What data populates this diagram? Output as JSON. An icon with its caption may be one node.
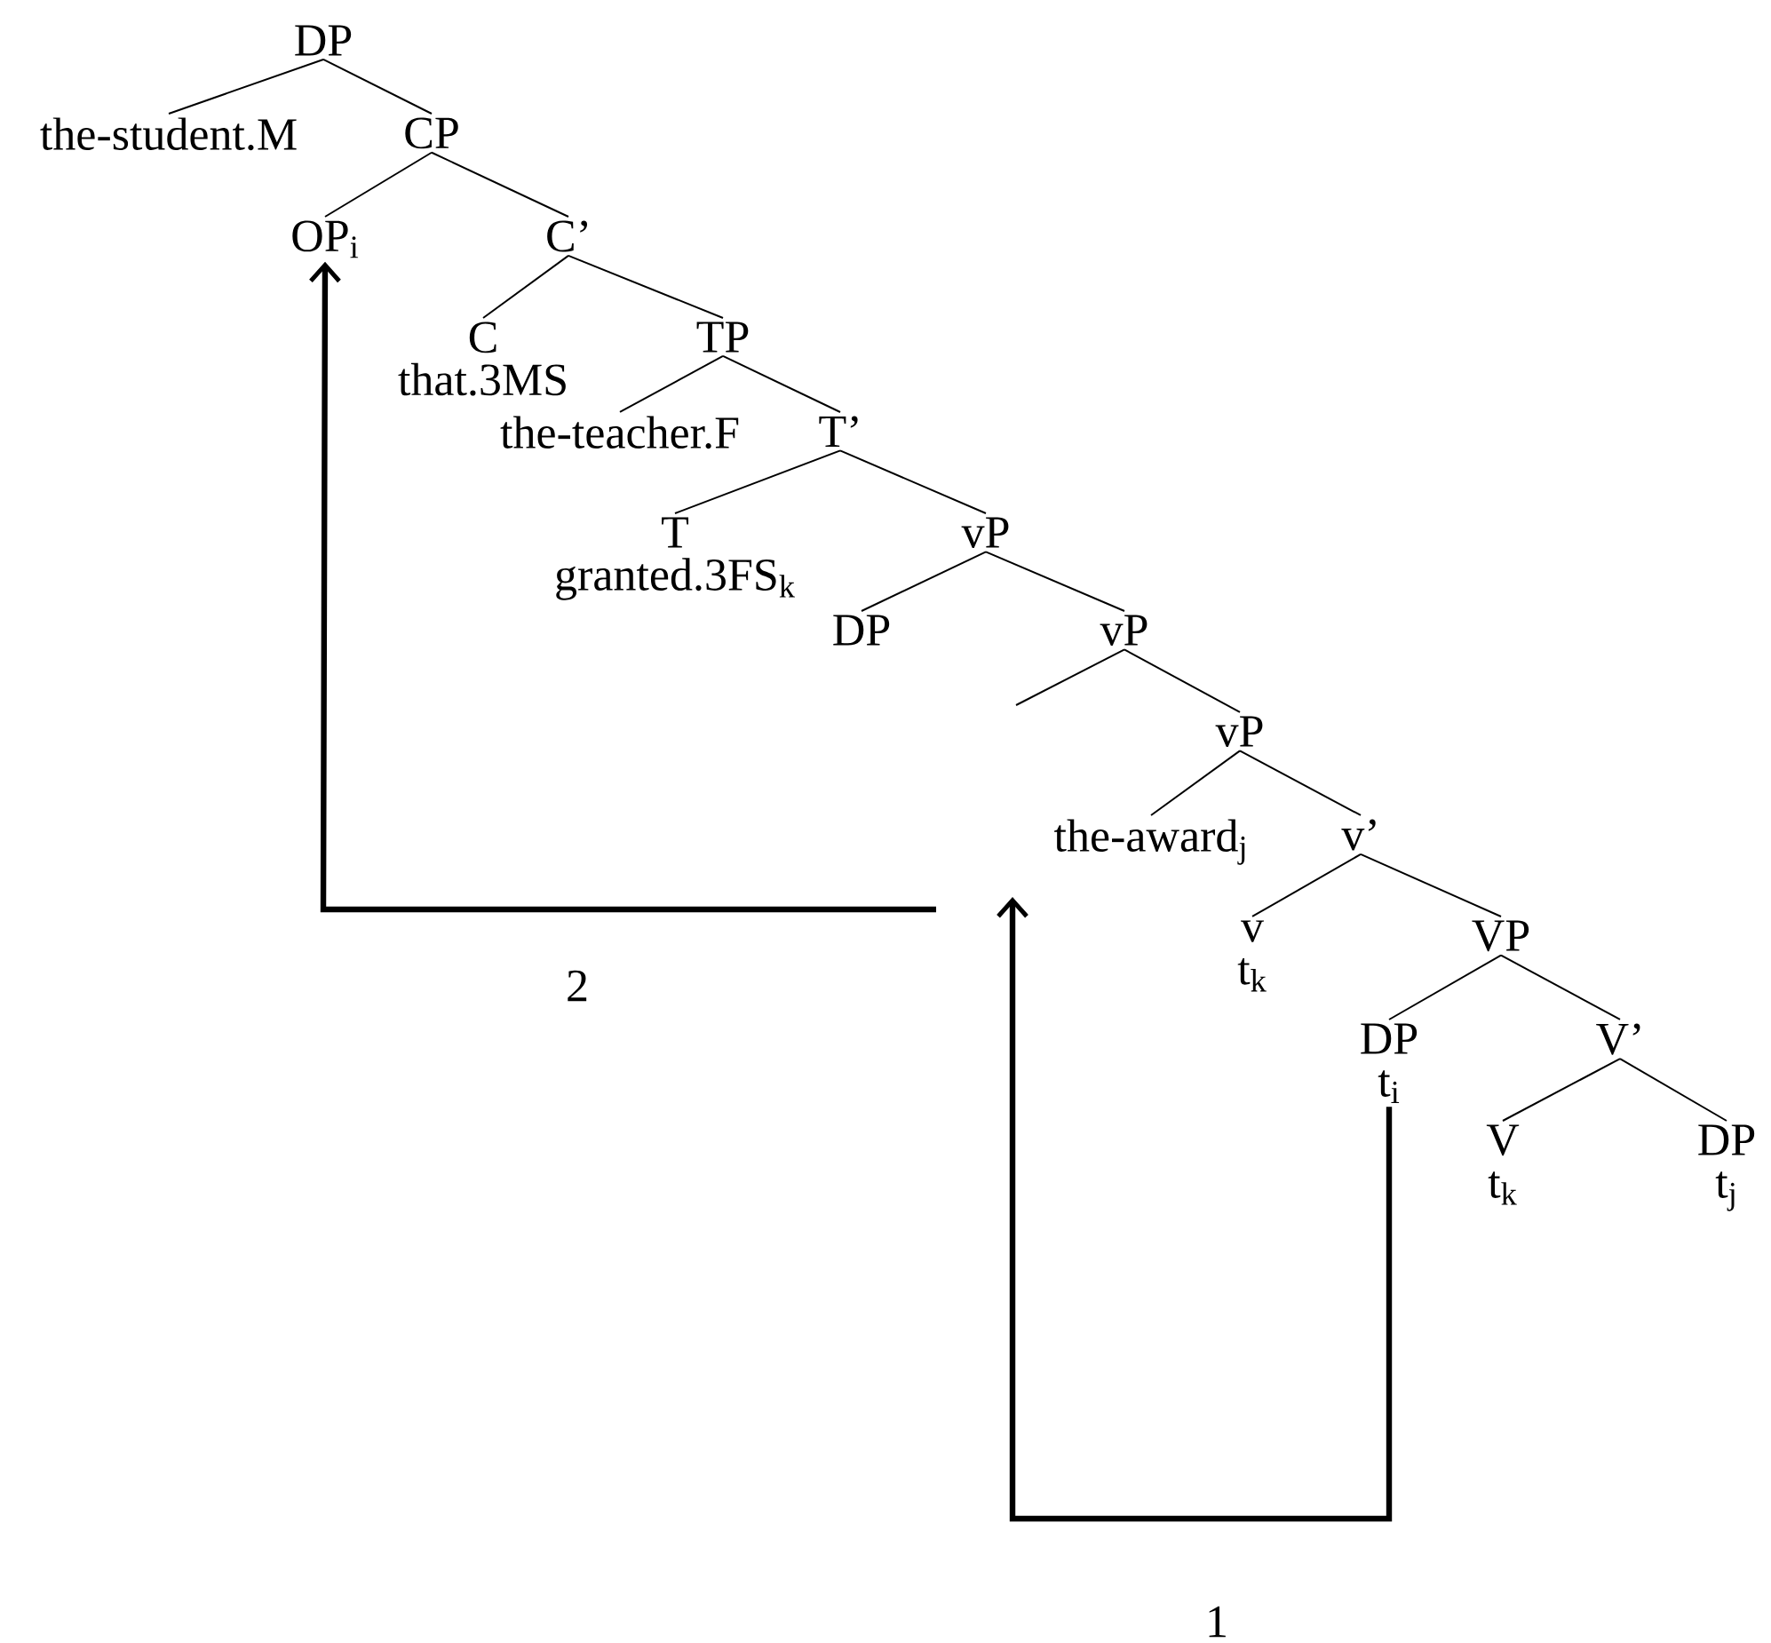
{
  "diagram": {
    "nodes": [
      {
        "text": [
          "DP"
        ]
      },
      {
        "text": [
          "the-student.M"
        ]
      },
      {
        "text": [
          "CP"
        ]
      },
      {
        "text": [
          "OP$_{i}$"
        ]
      },
      {
        "text": [
          "C’"
        ]
      },
      {
        "text": [
          "C",
          "that.3MS"
        ]
      },
      {
        "text": [
          "TP"
        ]
      },
      {
        "text": [
          "the-teacher.F"
        ]
      },
      {
        "text": [
          "T’"
        ]
      },
      {
        "text": [
          "T",
          "granted.3FS$_{k}$"
        ]
      },
      {
        "text": [
          "vP"
        ]
      },
      {
        "text": [
          "DP"
        ]
      },
      {
        "text": [
          "vP"
        ]
      },
      {
        "text": [
          "vP"
        ]
      },
      {
        "text": [
          "the-award$_{j}$"
        ]
      },
      {
        "text": [
          "v’"
        ]
      },
      {
        "text": [
          "v",
          "t$_{k}$"
        ]
      },
      {
        "text": [
          "VP"
        ]
      },
      {
        "text": [
          "DP",
          "t$_{i}$"
        ]
      },
      {
        "text": [
          "V’"
        ]
      },
      {
        "text": [
          "V",
          "t$_{k}$"
        ]
      },
      {
        "text": [
          "DP",
          "t$_{j}$"
        ]
      }
    ],
    "edges": [
      {
        "from": 0,
        "to": 1,
        "arrow": "none"
      },
      {
        "from": 0,
        "to": 2,
        "arrow": "none"
      },
      {
        "from": 2,
        "to": 3,
        "arrow": "none"
      },
      {
        "from": 2,
        "to": 4,
        "arrow": "none"
      },
      {
        "from": 4,
        "to": 5,
        "arrow": "none"
      },
      {
        "from": 4,
        "to": 6,
        "arrow": "none"
      },
      {
        "from": 6,
        "to": 7,
        "arrow": "none"
      },
      {
        "from": 6,
        "to": 8,
        "arrow": "none"
      },
      {
        "from": 8,
        "to": 9,
        "arrow": "none"
      },
      {
        "from": 8,
        "to": 10,
        "arrow": "none"
      },
      {
        "from": 10,
        "to": 11,
        "arrow": "none"
      },
      {
        "from": 10,
        "to": 12,
        "arrow": "none"
      },
      {
        "from": 12,
        "to": null,
        "arrow": "none"
      },
      {
        "from": 12,
        "to": 13,
        "arrow": "none"
      },
      {
        "from": 13,
        "to": 14,
        "arrow": "none"
      },
      {
        "from": 13,
        "to": 15,
        "arrow": "none"
      },
      {
        "from": 15,
        "to": 16,
        "arrow": "none"
      },
      {
        "from": 15,
        "to": 17,
        "arrow": "none"
      },
      {
        "from": 17,
        "to": 18,
        "arrow": "none"
      },
      {
        "from": 17,
        "to": 19,
        "arrow": "none"
      },
      {
        "from": 19,
        "to": 20,
        "arrow": "none"
      },
      {
        "from": 19,
        "to": 21,
        "arrow": "none"
      },
      {
        "from": 18,
        "to": null,
        "arrow": "to",
        "style": "thick"
      },
      {
        "from": null,
        "to": 3,
        "arrow": "to",
        "style": "thick"
      }
    ],
    "labels": [
      "2",
      "1"
    ]
  }
}
